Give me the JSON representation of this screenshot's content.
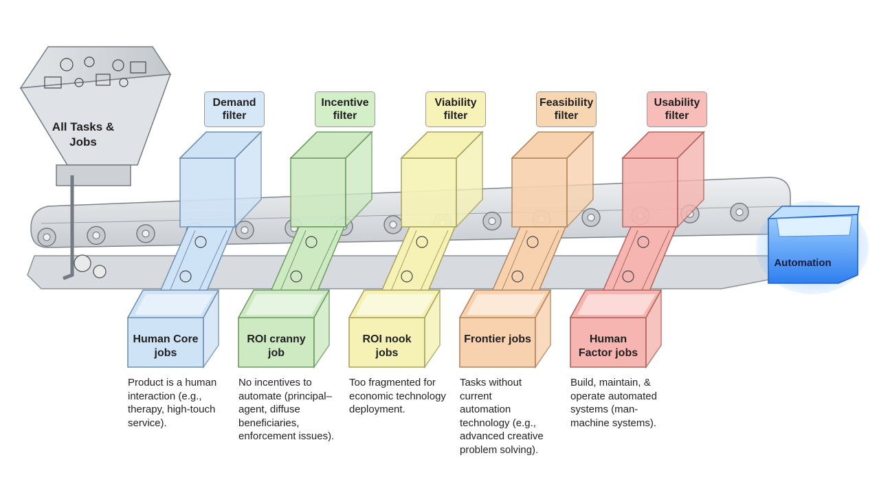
{
  "source": {
    "label": "All Tasks & Jobs"
  },
  "filters": [
    {
      "label": "Demand filter",
      "color": "#cfe3f6",
      "stroke": "#6f8fb0",
      "tag": "#d6e8f8"
    },
    {
      "label": "Incentive filter",
      "color": "#cdeac2",
      "stroke": "#6e9a62",
      "tag": "#d3efc8"
    },
    {
      "label": "Viability filter",
      "color": "#f6f2b6",
      "stroke": "#a6a25a",
      "tag": "#f7f3b8"
    },
    {
      "label": "Feasibility filter",
      "color": "#f8d2ae",
      "stroke": "#b0845a",
      "tag": "#f9d6b2"
    },
    {
      "label": "Usability filter",
      "color": "#f6b5b0",
      "stroke": "#b0625c",
      "tag": "#f8bdb8"
    }
  ],
  "bins": [
    {
      "label": "Human Core jobs",
      "description": "Product is a human interaction (e.g., therapy, high-touch service)."
    },
    {
      "label": "ROI cranny job",
      "description": "No incentives to automate (principal–agent, diffuse beneficiaries, enforcement issues)."
    },
    {
      "label": "ROI nook jobs",
      "description": "Too fragmented for economic technology deployment."
    },
    {
      "label": "Frontier jobs",
      "description": "Tasks without current automation technology (e.g., advanced creative problem solving)."
    },
    {
      "label": "Human Factor jobs",
      "description": "Build, maintain, & operate automated systems (man-machine systems)."
    }
  ],
  "output": {
    "label": "Automation",
    "color": "#3d8ff5"
  }
}
